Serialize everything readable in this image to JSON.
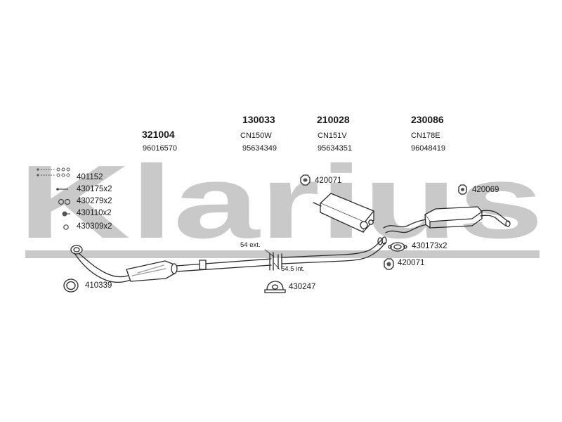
{
  "watermark": {
    "text": "Klarius",
    "color": "#c9c9c9"
  },
  "parts": [
    {
      "code": "321004",
      "ref": "96016570"
    },
    {
      "code": "130033",
      "type": "CN150W",
      "ref": "95634349"
    },
    {
      "code": "210028",
      "type": "CN151V",
      "ref": "95634351"
    },
    {
      "code": "230086",
      "type": "CN178E",
      "ref": "96048419"
    }
  ],
  "fittings_list": [
    {
      "label": "401152",
      "icon": "bolt-nut-set-icon"
    },
    {
      "label": "430175x2",
      "icon": "stud-bolt-icon"
    },
    {
      "label": "430279x2",
      "icon": "nut-washer-icon"
    },
    {
      "label": "430110x2",
      "icon": "bolt-icon"
    },
    {
      "label": "430309x2",
      "icon": "nut-icon"
    }
  ],
  "callouts": {
    "mount_center_upper": "420071",
    "mount_right_upper": "420069",
    "clamp_right": "430173x2",
    "mount_right_lower": "420071",
    "gasket": "410339",
    "clamp_center": "430247"
  },
  "dimensions": {
    "ext": "54 ext.",
    "int": "54.5 int."
  },
  "colors": {
    "line": "#2a2a2a",
    "fill": "#ffffff",
    "shade": "#9a9a9a"
  }
}
